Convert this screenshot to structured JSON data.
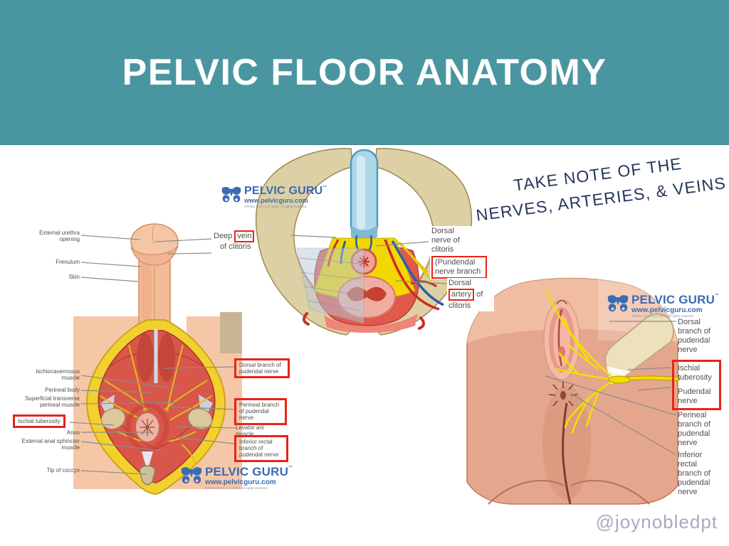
{
  "slide": {
    "title": "PELVIC FLOOR ANATOMY"
  },
  "note": {
    "line1": "TAKE NOTE OF THE",
    "line2": "NERVES, ARTERIES, & VEINS"
  },
  "branding": {
    "name": "PELVIC GURU",
    "tm": "™",
    "url": "www.pelvicguru.com",
    "copyright": "©Pelvic Guru, LLC 2019. All rights reserved."
  },
  "watermark": {
    "handle": "@joynobledpt"
  },
  "colors": {
    "banner_teal": "#4A96A0",
    "highlight_red": "#E8231A",
    "logo_blue": "#3A6BB4",
    "nerve_yellow": "#F2DF00",
    "artery_red": "#D02A20",
    "vein_blue": "#2B5DAB",
    "label_gray": "#4F4F4F",
    "note_navy": "#26365C"
  },
  "left_diagram": {
    "labels_left": [
      {
        "text": "External urethra opening",
        "boxed": false
      },
      {
        "text": "Frenulum",
        "boxed": false
      },
      {
        "text": "Skin",
        "boxed": false
      },
      {
        "text": "Ischiocavernosus muscle",
        "boxed": false
      },
      {
        "text": "Perineal body",
        "boxed": false
      },
      {
        "text": "Superficial transverse perineal muscle",
        "boxed": false
      },
      {
        "text": "Ischial tuberosity",
        "boxed": true
      },
      {
        "text": "Anus",
        "boxed": false
      },
      {
        "text": "External anal sphincter muscle",
        "boxed": false
      },
      {
        "text": "Tip of coccyx",
        "boxed": false
      }
    ],
    "labels_right": [
      {
        "text": "Dorsal branch of pudendal nerve",
        "boxed": true
      },
      {
        "text": "Perineal branch of pudendal nerve",
        "boxed": true
      },
      {
        "text": "Levator ani muscle",
        "boxed": false
      },
      {
        "text": "Inferior rectal branch of pudendal nerve",
        "boxed": true
      }
    ]
  },
  "middle_diagram": {
    "deep_vein": {
      "pre": "Deep",
      "boxed": "vein",
      "line2": "of clitoris"
    },
    "dorsal_nerve": {
      "plain": "Dorsal nerve of clitoris",
      "boxed": "(Pundendal nerve branch"
    },
    "dorsal_artery": {
      "line1": "Dorsal",
      "boxed": "artery",
      "post": "of",
      "line3": "clitoris"
    }
  },
  "right_diagram": {
    "labels": [
      {
        "text": "Dorsal branch of pudendal nerve",
        "boxed": false
      },
      {
        "text": "Ischial tuberosity",
        "boxed": true
      },
      {
        "text": "Pudendal nerve",
        "boxed": true
      },
      {
        "text": "Perineal branch of pudendal nerve",
        "boxed": false
      },
      {
        "text": "Inferior rectal branch of pudendal nerve",
        "boxed": false
      }
    ]
  }
}
